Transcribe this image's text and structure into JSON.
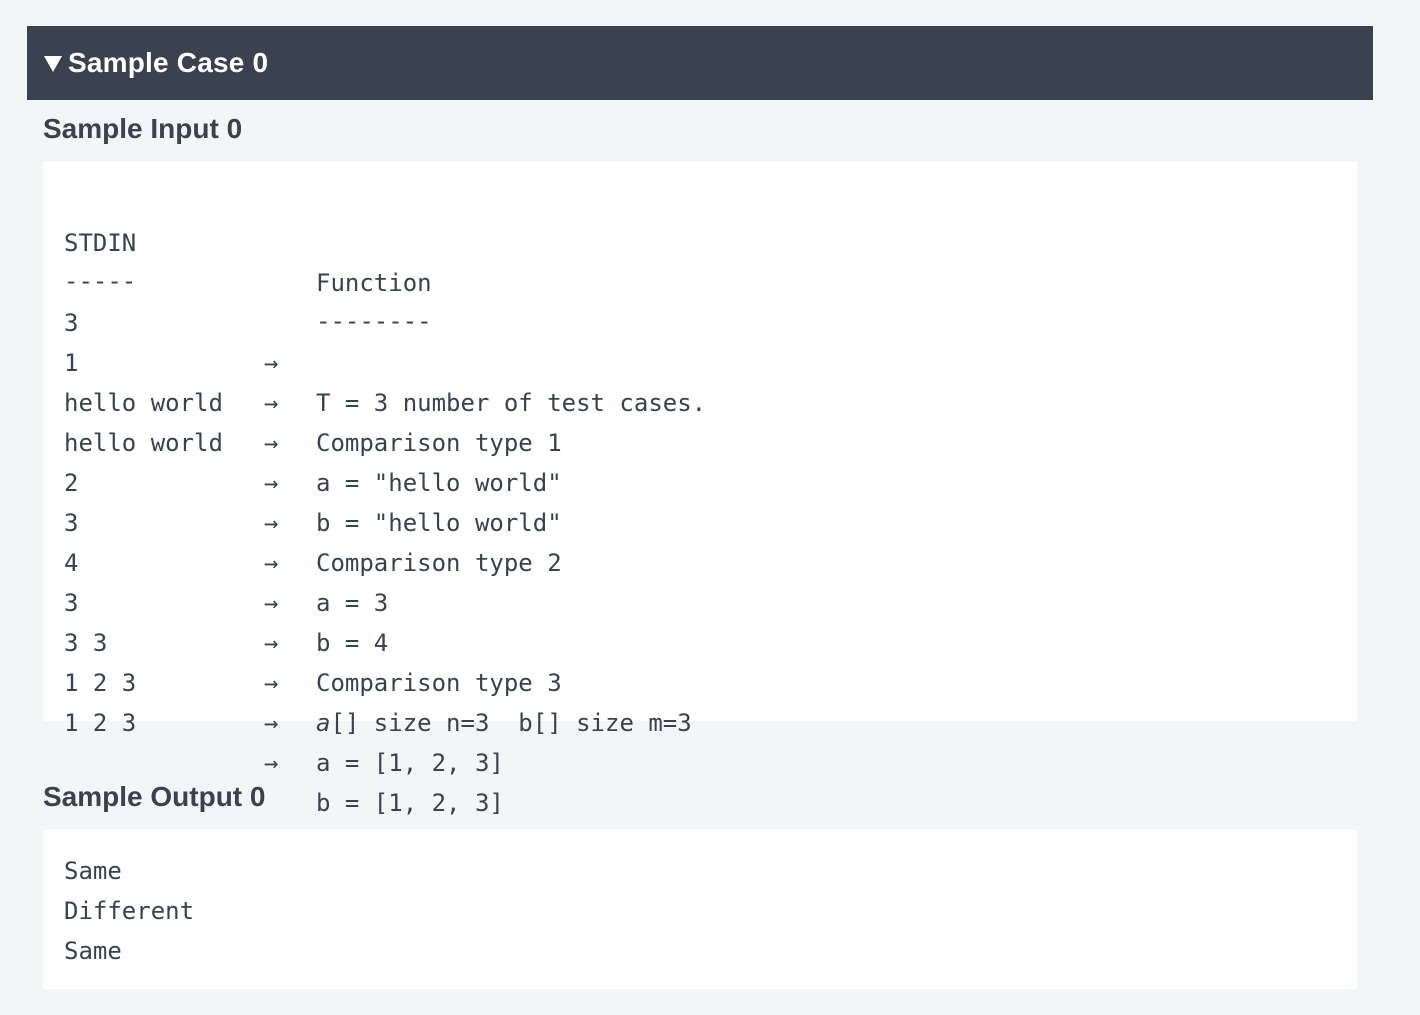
{
  "case_header": {
    "toggle_icon": "triangle-down",
    "title": "Sample Case 0"
  },
  "sample_input": {
    "heading": "Sample Input 0",
    "columns": {
      "stdin": "STDIN",
      "function": "Function",
      "stdin_rule": "-----",
      "function_rule": "--------"
    },
    "arrow": "→",
    "rows": [
      {
        "stdin": "3",
        "function": "T = 3 number of test cases."
      },
      {
        "stdin": "1",
        "function": "Comparison type 1"
      },
      {
        "stdin": "hello world",
        "function": "a = \"hello world\""
      },
      {
        "stdin": "hello world",
        "function": "b = \"hello world\""
      },
      {
        "stdin": "2",
        "function": "Comparison type 2"
      },
      {
        "stdin": "3",
        "function": "a = 3"
      },
      {
        "stdin": "4",
        "function": "b = 4"
      },
      {
        "stdin": "3",
        "function": "Comparison type 3"
      },
      {
        "stdin": "3 3",
        "function_italic": "a",
        "function": "[] size n=3  b[] size m=3"
      },
      {
        "stdin": "1 2 3",
        "function": "a = [1, 2, 3]"
      },
      {
        "stdin": "1 2 3",
        "function": "b = [1, 2, 3]"
      }
    ]
  },
  "sample_output": {
    "heading": "Sample Output 0",
    "lines": [
      "Same",
      "Different",
      "Same"
    ]
  }
}
